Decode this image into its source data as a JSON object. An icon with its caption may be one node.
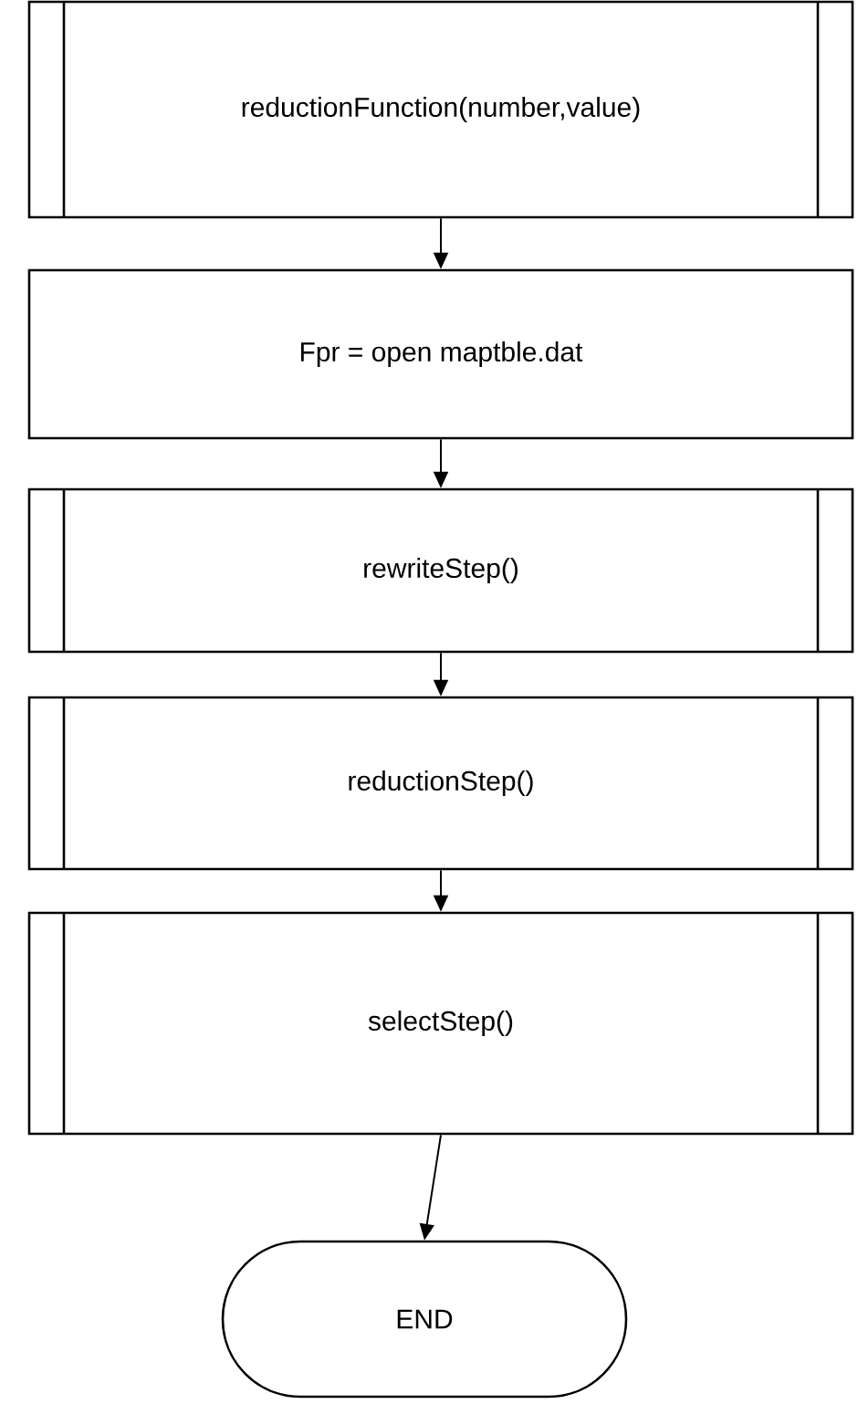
{
  "diagram": {
    "nodes": [
      {
        "text": [
          "reductionFunction(number,value)"
        ]
      },
      {
        "text": [
          "Fpr = open maptble.dat"
        ]
      },
      {
        "text": [
          "rewriteStep()"
        ]
      },
      {
        "text": [
          "reductionStep()"
        ]
      },
      {
        "text": [
          "selectStep()"
        ]
      },
      {
        "text": [
          "END"
        ]
      }
    ],
    "edges": [
      {
        "from": 0,
        "to": 1,
        "arrow": "to"
      },
      {
        "from": 1,
        "to": 2,
        "arrow": "to"
      },
      {
        "from": 2,
        "to": 3,
        "arrow": "to"
      },
      {
        "from": 3,
        "to": 4,
        "arrow": "to"
      },
      {
        "from": 4,
        "to": 5,
        "arrow": "to"
      }
    ]
  }
}
